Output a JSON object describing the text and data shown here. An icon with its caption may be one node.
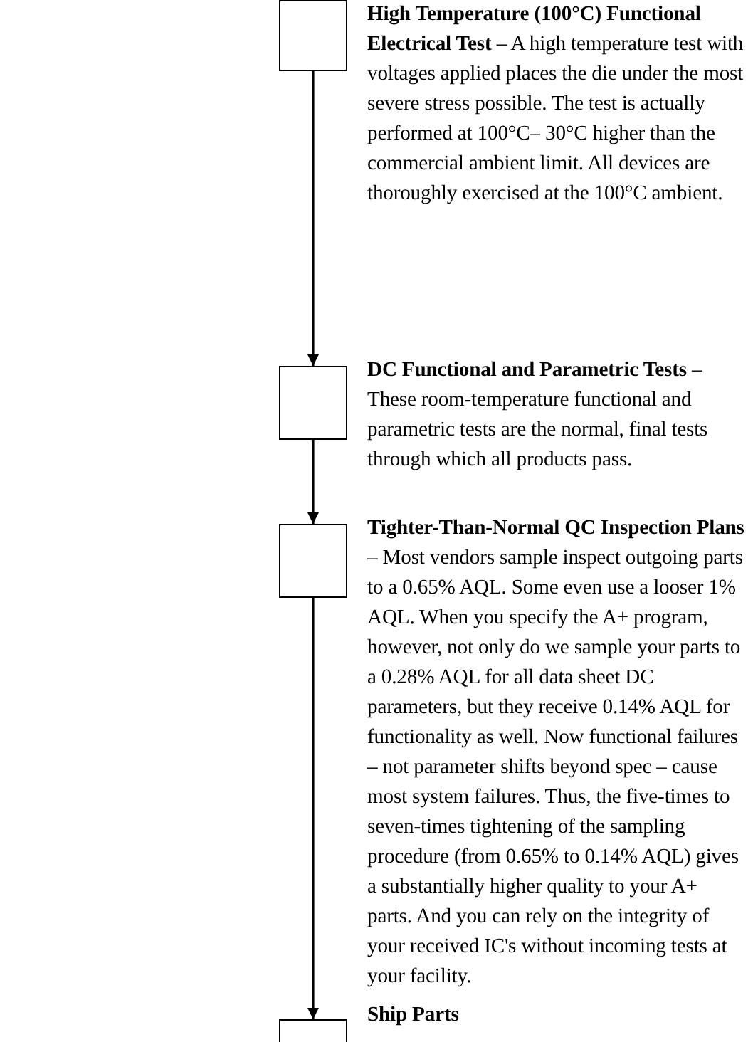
{
  "diagram": {
    "nodes": [
      {
        "text": [],
        "shape": "box",
        "beside": [
          "**High Temperature (100°C) Functional Electrical Test** – A high temperature test with voltages applied places the die under the most severe stress possible. The test is actually performed at 100°C– 30°C higher than the commercial ambient limit. All devices are thoroughly exercised at the 100°C ambient."
        ]
      },
      {
        "text": [],
        "shape": "box",
        "beside": [
          "**DC Functional and Parametric Tests** – These room-temperature functional and parametric tests are the normal, final tests through which all products pass."
        ]
      },
      {
        "text": [],
        "shape": "box",
        "beside": [
          "**Tighter-Than-Normal QC Inspection Plans** – Most vendors sample inspect outgoing parts to a 0.65% AQL. Some even use a looser 1% AQL. When you specify the A+ program, however, not only do we sample your parts to a 0.28% AQL for all data sheet DC parameters, but they receive 0.14% AQL for functionality as well. Now functional failures – not parameter shifts beyond spec – cause most system failures. Thus, the five-times to seven-times tightening of the sampling procedure (from 0.65% to 0.14% AQL) gives a substantially higher quality to your A+ parts. And you can rely on the integrity of your received IC's without incoming tests at your facility."
        ]
      },
      {
        "text": [],
        "shape": "box",
        "beside": [
          "**Ship Parts**"
        ]
      }
    ],
    "edges": [
      {
        "from": 0,
        "to": 1,
        "arrow": "to"
      },
      {
        "from": 1,
        "to": 2,
        "arrow": "to"
      },
      {
        "from": 2,
        "to": 3,
        "arrow": "to"
      }
    ]
  }
}
